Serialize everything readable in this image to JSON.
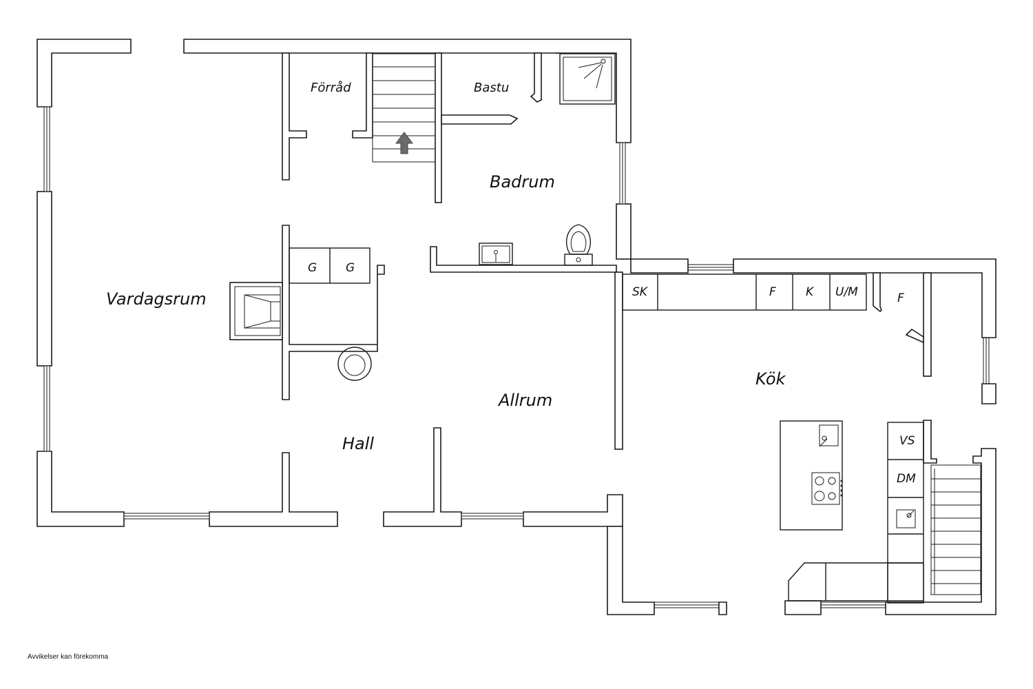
{
  "rooms": {
    "vardagsrum": "Vardagsrum",
    "forrad": "Förråd",
    "bastu": "Bastu",
    "badrum": "Badrum",
    "allrum": "Allrum",
    "hall": "Hall",
    "kok": "Kök"
  },
  "appliances": {
    "g1": "G",
    "g2": "G",
    "sk": "SK",
    "f1": "F",
    "k": "K",
    "um": "U/M",
    "f2": "F",
    "vs": "VS",
    "dm": "DM"
  },
  "icons": {
    "stair_arrow": "arrow-up-icon"
  },
  "footer": {
    "disclaimer": "Avvikelser kan förekomma"
  }
}
